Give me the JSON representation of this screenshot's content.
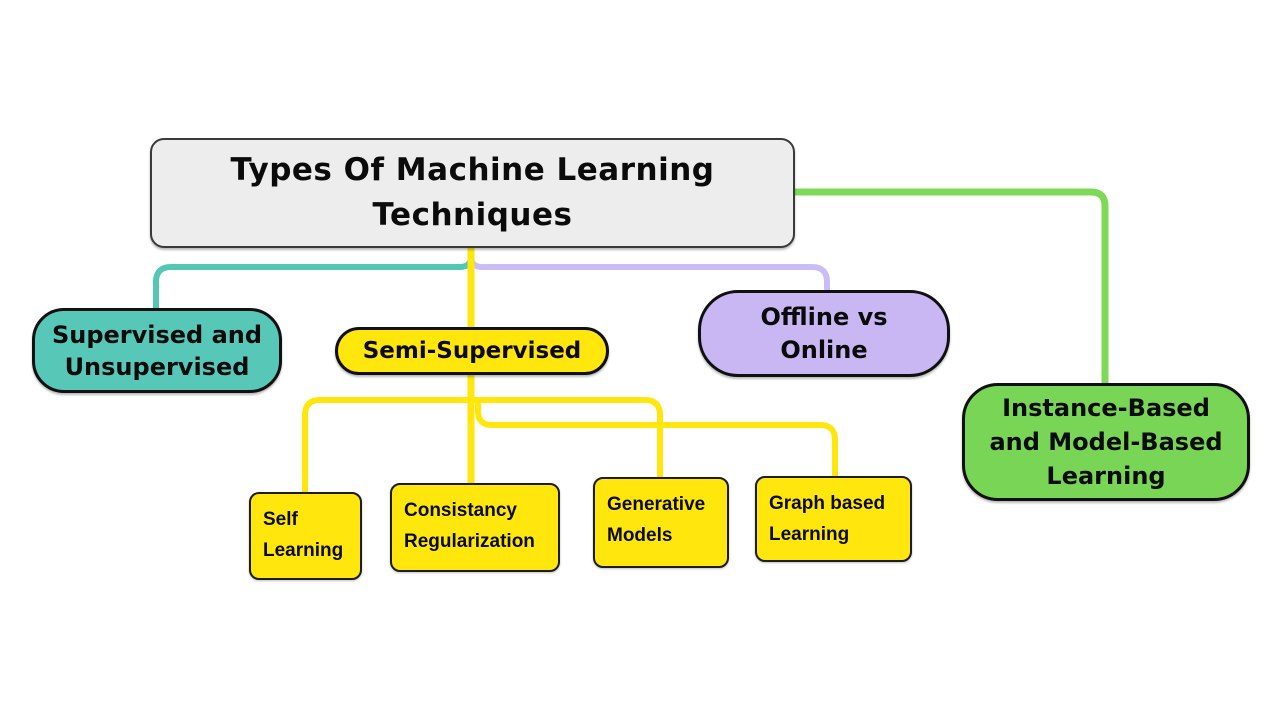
{
  "canvas": {
    "background": "#ffffff"
  },
  "root": {
    "label": "Types Of Machine Learning\nTechniques",
    "fill": "#ededed"
  },
  "branches": {
    "supervised_unsupervised": {
      "label": "Supervised and\nUnsupervised",
      "fill": "#57c8b8"
    },
    "semi_supervised": {
      "label": "Semi-Supervised",
      "fill": "#ffe60c"
    },
    "offline_online": {
      "label": "Offline vs\nOnline",
      "fill": "#c9b7f3"
    },
    "instance_model": {
      "label": "Instance-Based\nand Model-Based\nLearning",
      "fill": "#78d556"
    }
  },
  "semi_children": [
    {
      "label": "Self\nLearning",
      "fill": "#ffe60c"
    },
    {
      "label": "Consistancy\nRegularization",
      "fill": "#ffe60c"
    },
    {
      "label": "Generative\nModels",
      "fill": "#ffe60c"
    },
    {
      "label": "Graph based\nLearning",
      "fill": "#ffe60c"
    }
  ],
  "connectors": {
    "teal": "#53c6b5",
    "purple": "#cabdf5",
    "green": "#7ed957",
    "yellow": "#ffe60c"
  }
}
